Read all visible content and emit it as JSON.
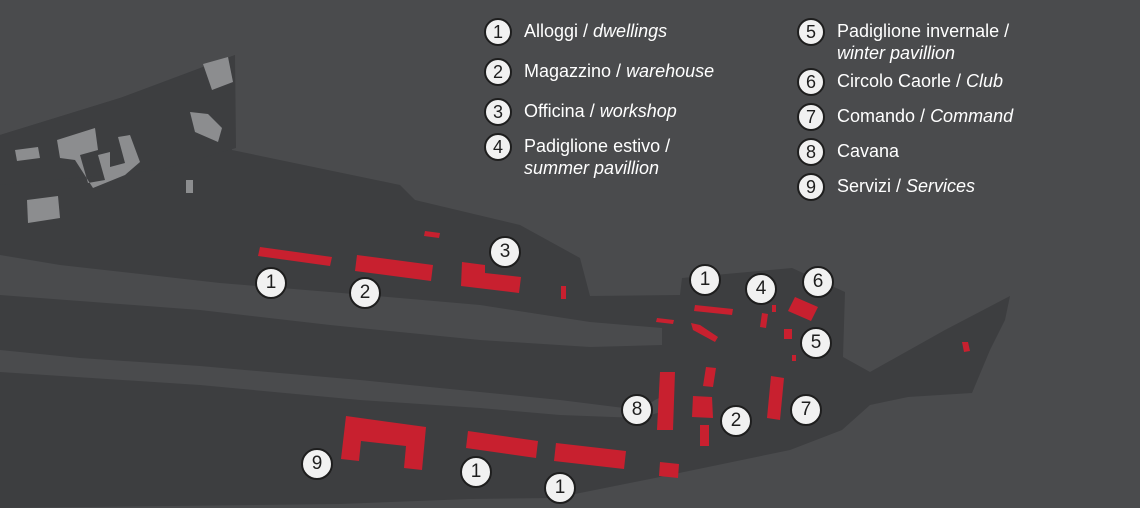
{
  "colors": {
    "background": "#4a4b4d",
    "land": "#3d3e40",
    "canal": "#4a4b4d",
    "building_existing": "#8c8d8f",
    "building_highlight": "#c8202f",
    "marker_fill": "#f1f1f1",
    "marker_stroke": "#1e1e1e",
    "legend_text": "#ffffff"
  },
  "legend": {
    "column_1": [
      {
        "number": "1",
        "it": "Alloggi / ",
        "en": "dwellings"
      },
      {
        "number": "2",
        "it": "Magazzino / ",
        "en": "warehouse"
      },
      {
        "number": "3",
        "it": "Officina / ",
        "en": "workshop"
      },
      {
        "number": "4",
        "it": "Padiglione estivo / ",
        "en": "summer pavillion"
      }
    ],
    "column_2": [
      {
        "number": "5",
        "it": "Padiglione invernale / ",
        "en": "winter pavillion"
      },
      {
        "number": "6",
        "it": "Circolo Caorle / ",
        "en": "Club"
      },
      {
        "number": "7",
        "it": "Comando / ",
        "en": "Command"
      },
      {
        "number": "8",
        "it": "Cavana",
        "en": ""
      },
      {
        "number": "9",
        "it": "Servizi / ",
        "en": "Services"
      }
    ]
  },
  "markers": [
    {
      "id": "marker-1-a",
      "number": "1"
    },
    {
      "id": "marker-2-a",
      "number": "2"
    },
    {
      "id": "marker-3",
      "number": "3"
    },
    {
      "id": "marker-1-b",
      "number": "1"
    },
    {
      "id": "marker-4",
      "number": "4"
    },
    {
      "id": "marker-6",
      "number": "6"
    },
    {
      "id": "marker-5",
      "number": "5"
    },
    {
      "id": "marker-8",
      "number": "8"
    },
    {
      "id": "marker-2-b",
      "number": "2"
    },
    {
      "id": "marker-7",
      "number": "7"
    },
    {
      "id": "marker-9",
      "number": "9"
    },
    {
      "id": "marker-1-c",
      "number": "1"
    },
    {
      "id": "marker-1-d",
      "number": "1"
    }
  ]
}
